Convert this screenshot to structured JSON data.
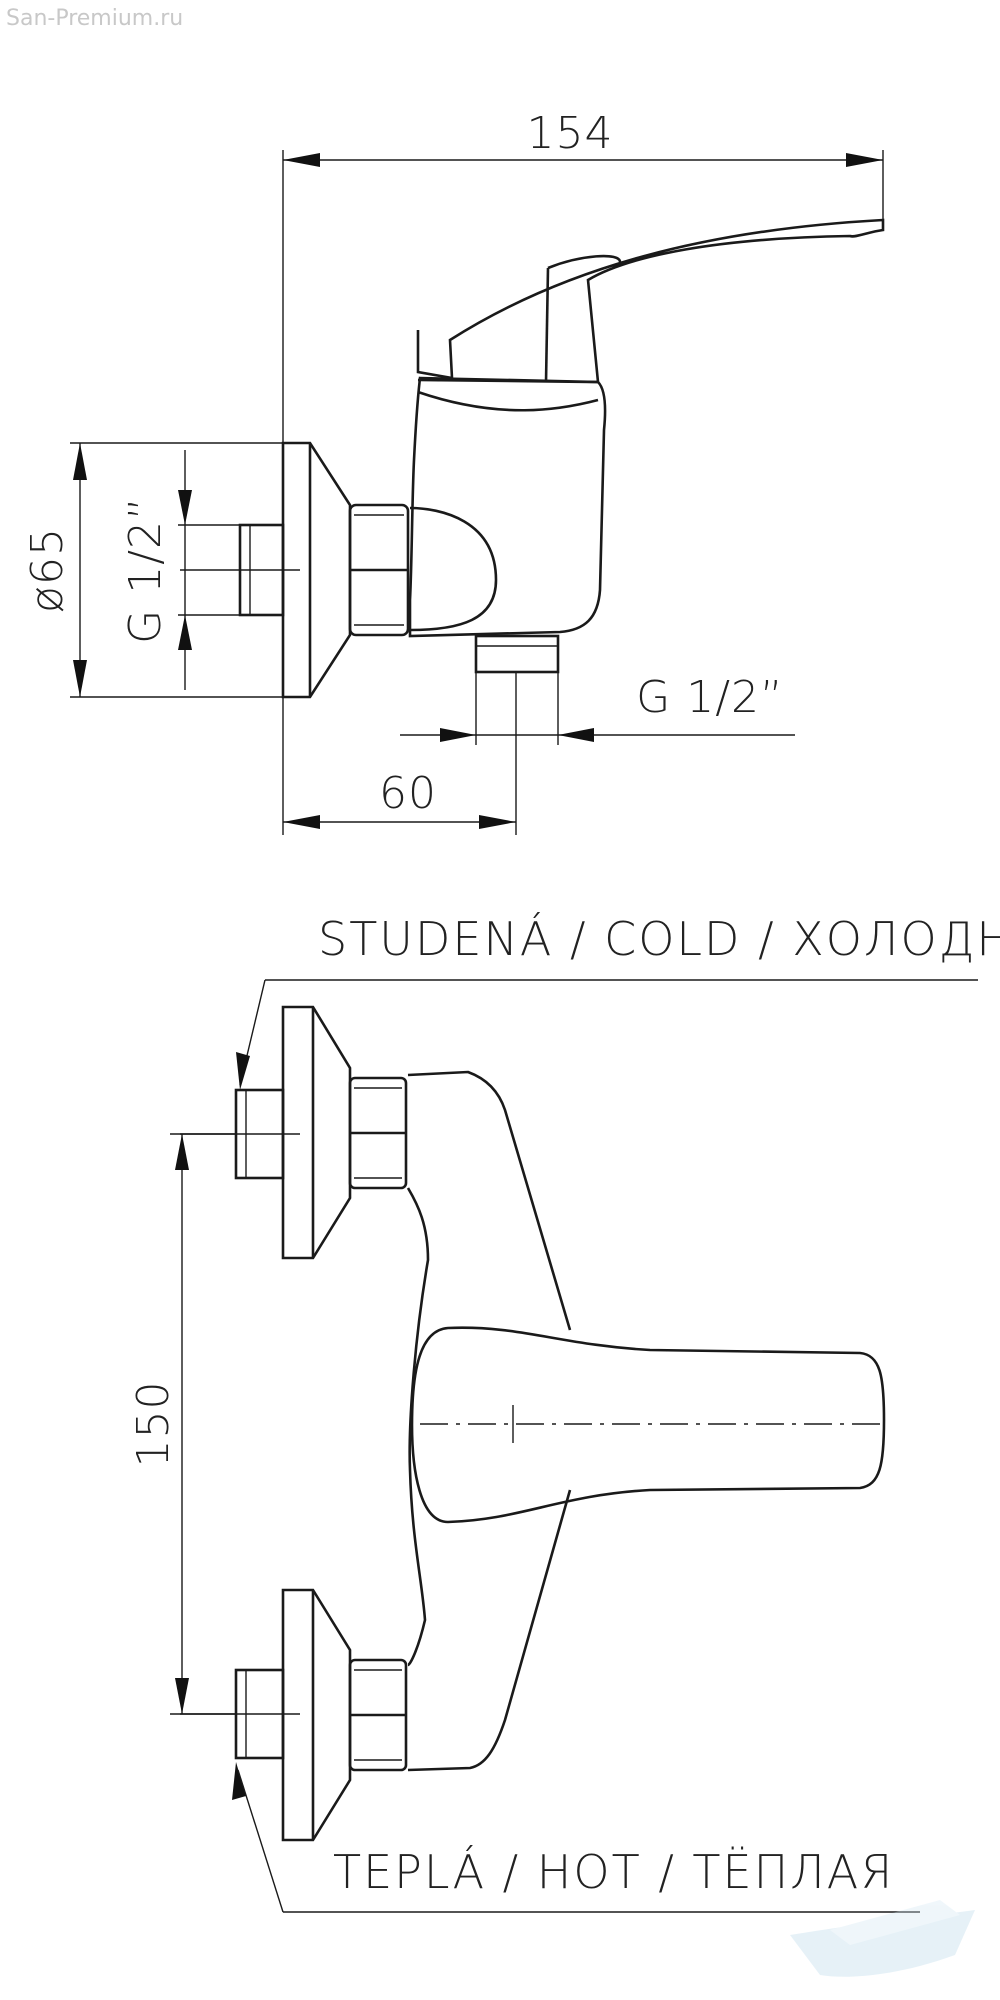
{
  "watermark": "San-Premium.ru",
  "side_view": {
    "width_dim": "154",
    "flange_diameter_dim": "ø65",
    "inlet_thread_dim": "G 1/2”",
    "outlet_thread_dim": "G 1/2”",
    "offset_dim": "60"
  },
  "front_view": {
    "cold_label": "STUDENÁ / COLD / ХОЛОДНАЯ",
    "hot_label": "TEPLÁ / HOT / ТЁПЛАЯ",
    "spacing_dim": "150"
  },
  "colors": {
    "line": "#1a1a1a",
    "text": "#222222",
    "watermark": "#c8c8c8"
  }
}
